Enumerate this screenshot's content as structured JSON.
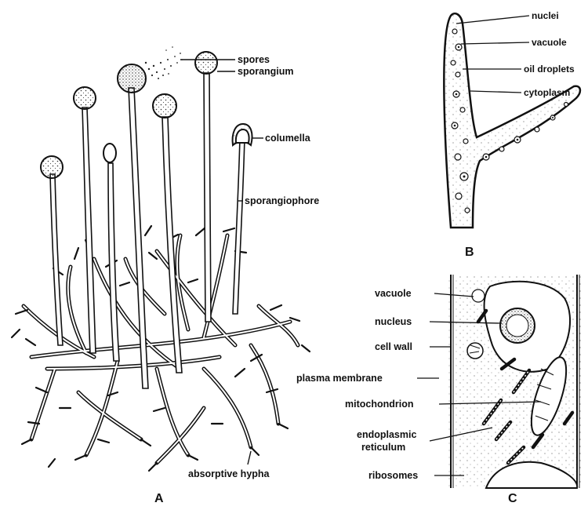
{
  "panels": {
    "a": {
      "letter": "A"
    },
    "b": {
      "letter": "B"
    },
    "c": {
      "letter": "C"
    }
  },
  "labels": {
    "a": {
      "spores": "spores",
      "sporangium": "sporangium",
      "columella": "columella",
      "sporangiophore": "sporangiophore",
      "absorptive_hypha": "absorptive hypha"
    },
    "b": {
      "nuclei": "nuclei",
      "vacuole": "vacuole",
      "oil_droplets": "oil droplets",
      "cytoplasm": "cytoplasm"
    },
    "c": {
      "vacuole": "vacuole",
      "nucleus": "nucleus",
      "cell_wall": "cell wall",
      "plasma_membrane": "plasma membrane",
      "mitochondrion": "mitochondrion",
      "er_line1": "endoplasmic",
      "er_line2": "reticulum",
      "ribosomes": "ribosomes"
    }
  }
}
